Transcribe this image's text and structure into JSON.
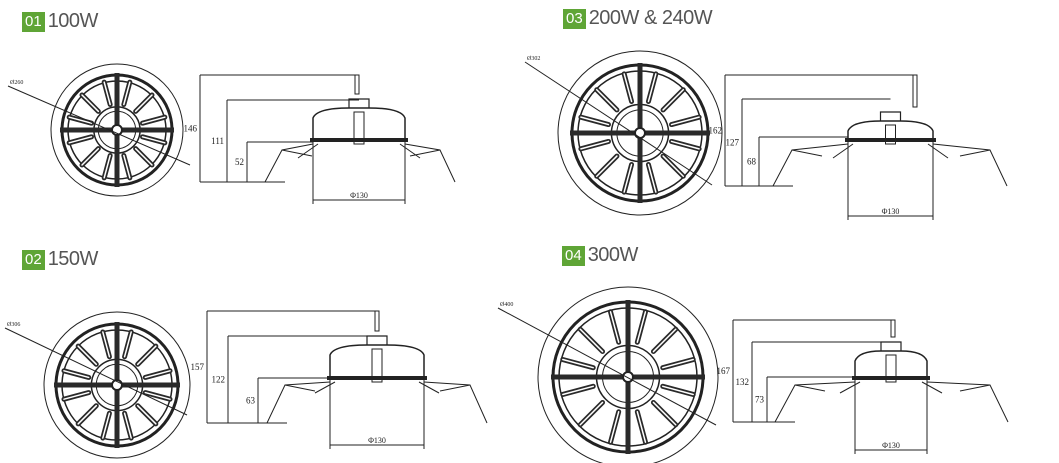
{
  "accent_color": "#5fa536",
  "panels": [
    {
      "number": "01",
      "title": "100W",
      "diameter_label": "Ø260",
      "heights": [
        "146",
        "111",
        "52"
      ],
      "base_label": "Φ130"
    },
    {
      "number": "02",
      "title": "150W",
      "diameter_label": "Ø306",
      "heights": [
        "157",
        "122",
        "63"
      ],
      "base_label": "Φ130"
    },
    {
      "number": "03",
      "title": "200W & 240W",
      "diameter_label": "Ø302",
      "heights": [
        "162",
        "127",
        "68"
      ],
      "base_label": "Φ130"
    },
    {
      "number": "04",
      "title": "300W",
      "diameter_label": "Ø400",
      "heights": [
        "167",
        "132",
        "73"
      ],
      "base_label": "Φ130"
    }
  ]
}
